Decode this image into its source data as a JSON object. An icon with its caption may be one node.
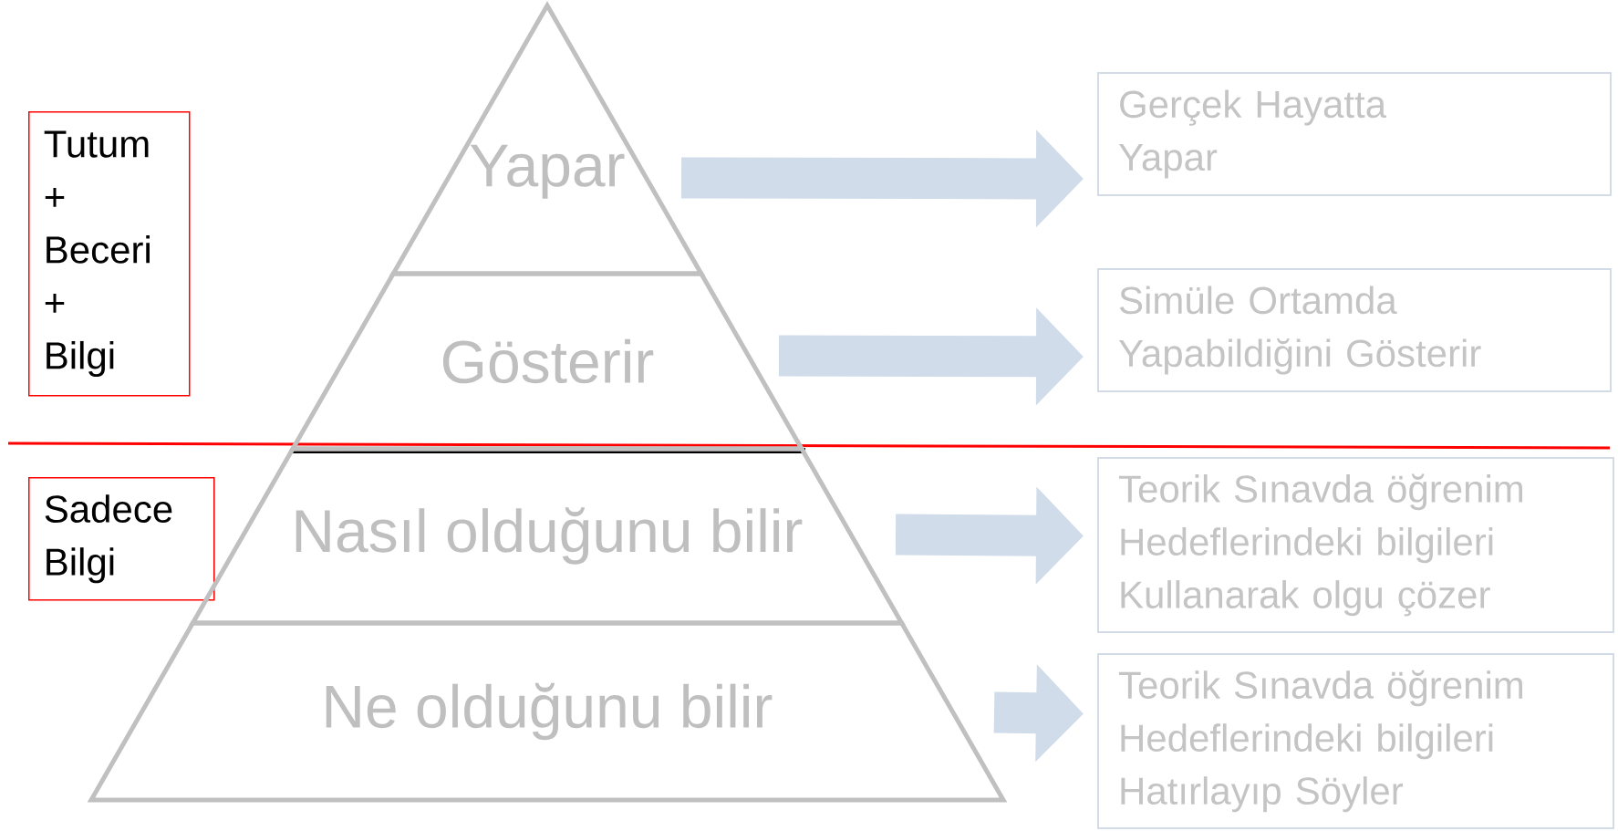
{
  "diagram": {
    "nodes": [
      {
        "text": [
          "Tutum + Beceri + Bilgi"
        ]
      },
      {
        "text": [
          "Sadece Bilgi"
        ]
      },
      {
        "text": [
          "Yapar"
        ]
      },
      {
        "text": [
          "Gösterir"
        ]
      },
      {
        "text": [
          "Nasıl olduğunu bilir"
        ]
      },
      {
        "text": [
          "Ne olduğunu bilir"
        ]
      },
      {
        "text": [
          "Gerçek Hayatta Yapar"
        ]
      },
      {
        "text": [
          "Simüle Ortamda Yapabildiğini Gösterir"
        ]
      },
      {
        "text": [
          "Teorik Sınavda öğrenim Hedeflerindeki bilgileri Kullanarak olgu çözer"
        ]
      },
      {
        "text": [
          "Teorik Sınavda öğrenim Hedeflerindeki bilgileri Hatırlayıp Söyler"
        ]
      }
    ],
    "edges": [
      {
        "from": 2,
        "to": 6,
        "arrow": "to"
      },
      {
        "from": 3,
        "to": 7,
        "arrow": "to"
      },
      {
        "from": 4,
        "to": 8,
        "arrow": "to"
      },
      {
        "from": 5,
        "to": 9,
        "arrow": "to"
      }
    ]
  }
}
